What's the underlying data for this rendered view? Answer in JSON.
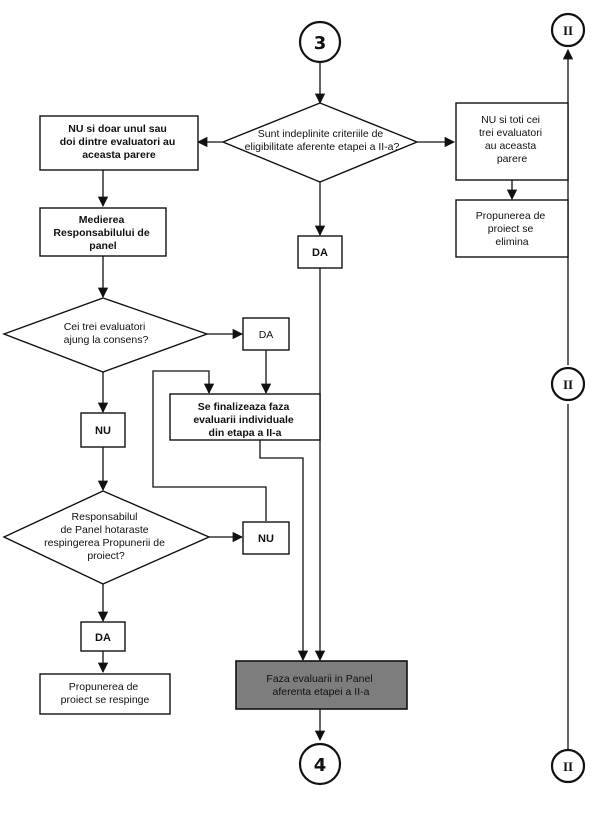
{
  "connectors": {
    "top": "3",
    "bottom": "4",
    "side_top": "II",
    "side_mid": "II",
    "side_bottom": "II"
  },
  "decision_eligibility": {
    "lines": [
      "Sunt indeplinite criteriile de",
      "eligibilitate aferente etapei a II-a?"
    ]
  },
  "box_some_evaluators": {
    "lines": [
      "NU si doar unul sau",
      "doi dintre evaluatori au",
      "aceasta parere"
    ]
  },
  "box_all_evaluators": {
    "lines": [
      "NU si toti cei",
      "trei evaluatori",
      "au aceasta",
      "parere"
    ]
  },
  "box_eliminate": {
    "lines": [
      "Propunerea de",
      "proiect se",
      "elimina"
    ]
  },
  "box_mediation": {
    "lines": [
      "Medierea",
      "Responsabilului de",
      "panel"
    ]
  },
  "label_da_main": "DA",
  "decision_consensus": {
    "lines": [
      "Cei trei evaluatori",
      "ajung la consens?"
    ]
  },
  "label_da_consensus": "DA",
  "box_finalize": {
    "lines": [
      "Se finalizeaza faza",
      "evaluarii individuale",
      "din etapa a II-a"
    ]
  },
  "label_nu_consensus": "NU",
  "decision_reject": {
    "lines": [
      "Responsabilul",
      "de Panel hotaraste",
      "respingerea Propunerii de",
      "proiect?"
    ]
  },
  "label_nu_reject": "NU",
  "label_da_reject": "DA",
  "box_rejected": {
    "lines": [
      "Propunerea de",
      "proiect se respinge"
    ]
  },
  "box_panel_phase": {
    "lines": [
      "Faza evaluarii in Panel",
      "aferenta etapei a II-a"
    ]
  }
}
